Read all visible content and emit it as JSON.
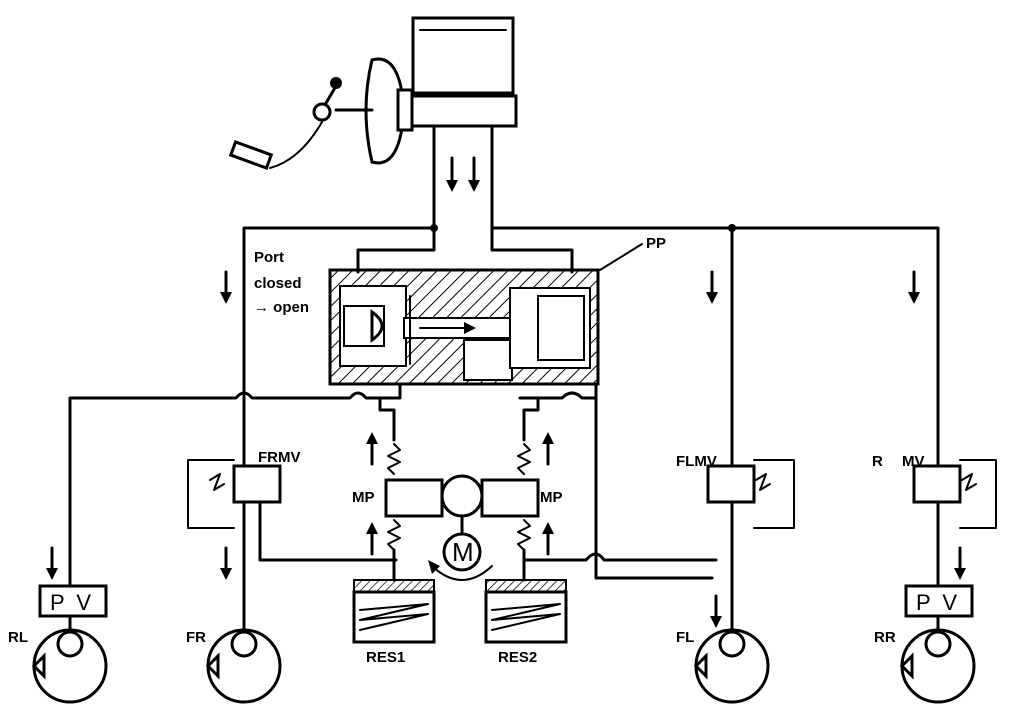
{
  "annotations": {
    "port_line1": "Port",
    "port_line2": "closed",
    "port_line3": "→ open",
    "pp": "PP"
  },
  "valves": {
    "frmv": "FRMV",
    "flmv": "FLMV",
    "rmv_r": "R",
    "rmv_mv": "MV"
  },
  "pumps": {
    "mp_left": "MP",
    "mp_right": "MP",
    "motor": "M"
  },
  "reservoirs": {
    "res1": "RES1",
    "res2": "RES2"
  },
  "proportioning_valves": {
    "left": "P V",
    "right": "P V"
  },
  "wheels": {
    "rl": "RL",
    "fr": "FR",
    "fl": "FL",
    "rr": "RR"
  }
}
